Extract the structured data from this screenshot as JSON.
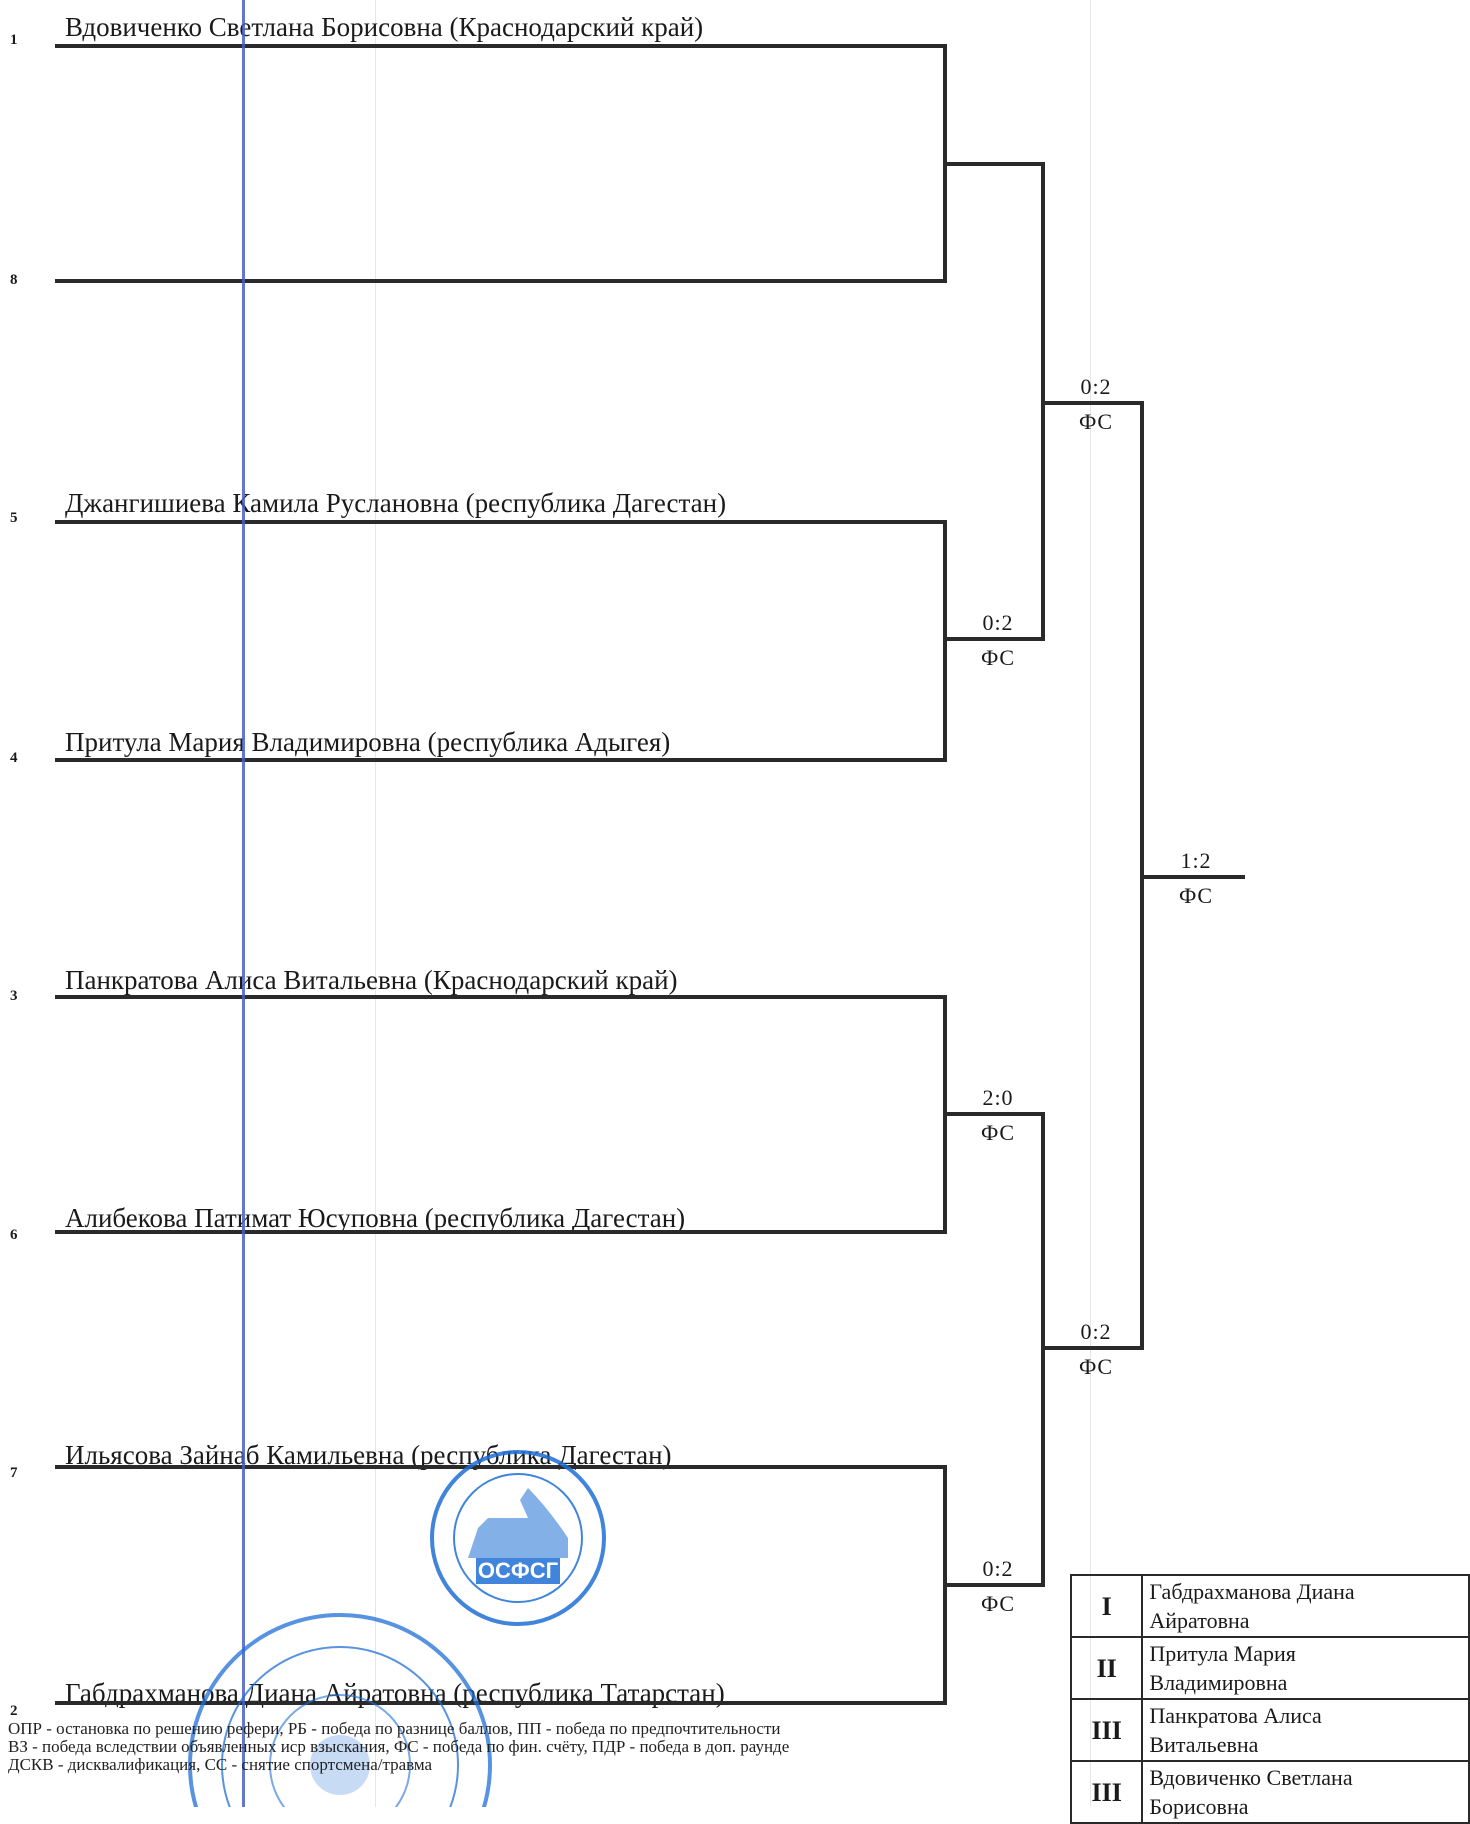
{
  "bracket": {
    "participants": [
      {
        "seed": "1",
        "name": "Вдовиченко Светлана Борисовна (Краснодарский край)"
      },
      {
        "seed": "8",
        "name": ""
      },
      {
        "seed": "5",
        "name": "Джангишиева Камила Руслановна (республика Дагестан)"
      },
      {
        "seed": "4",
        "name": "Притула Мария Владимировна (республика Адыгея)"
      },
      {
        "seed": "3",
        "name": "Панкратова Алиса Витальевна (Краснодарский край)"
      },
      {
        "seed": "6",
        "name": "Алибекова Патимат Юсуповна (республика Дагестан)"
      },
      {
        "seed": "7",
        "name": "Ильясова Зайнаб Камильевна (республика Дагестан)"
      },
      {
        "seed": "2",
        "name": "Габдрахманова Диана Айратовна (республика Татарстан)"
      }
    ],
    "round1": [
      {
        "score": "0:2",
        "method": "ФС"
      },
      {
        "score": "2:0",
        "method": "ФС"
      },
      {
        "score": "0:2",
        "method": "ФС"
      }
    ],
    "semifinals": [
      {
        "score": "0:2",
        "method": "ФС"
      },
      {
        "score": "0:2",
        "method": "ФС"
      }
    ],
    "final": {
      "score": "1:2",
      "method": "ФС"
    }
  },
  "legend": {
    "line1": "ОПР - остановка по решению рефери, РБ - победа по разнице баллов, ПП - победа по предпочтительности",
    "line2": "ВЗ - победа вследствии объявленных иср взыскания, ФС - победа по фин. счёту, ПДР - победа в доп. раунде",
    "line3": "ДСКВ - дисквалификация, СС - снятие спортсмена/травма"
  },
  "results": [
    {
      "place": "I",
      "line1": "Габдрахманова Диана",
      "line2": "Айратовна"
    },
    {
      "place": "II",
      "line1": "Притула Мария",
      "line2": "Владимировна"
    },
    {
      "place": "III",
      "line1": "Панкратова Алиса",
      "line2": "Витальевна"
    },
    {
      "place": "III",
      "line1": "Вдовиченко Светлана",
      "line2": "Борисовна"
    }
  ],
  "stamps": {
    "federation_logo_text": "ОСФСГ",
    "colors": {
      "stamp_blue": "#1f6fd6",
      "rule_blue": "#4a5fc4"
    }
  }
}
